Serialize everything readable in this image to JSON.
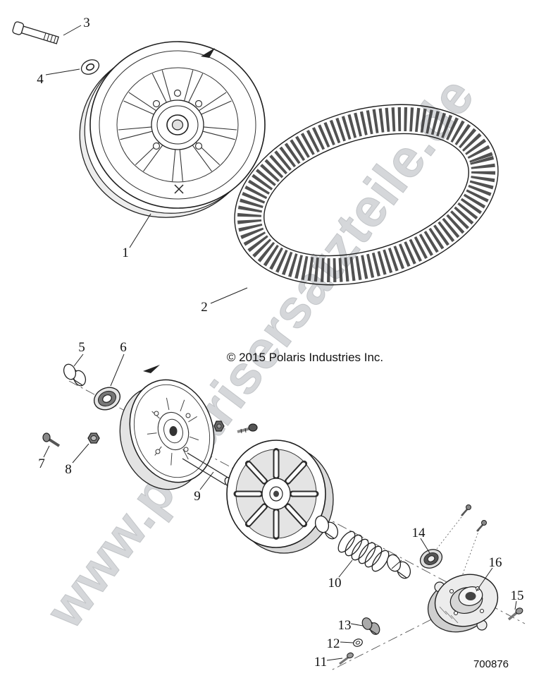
{
  "document": {
    "copyright": "© 2015 Polaris Industries Inc.",
    "figure_number": "700876",
    "watermark": "www.polarisersatzteile.de"
  },
  "callouts": [
    {
      "label": "1"
    },
    {
      "label": "2"
    },
    {
      "label": "3"
    },
    {
      "label": "4"
    },
    {
      "label": "5"
    },
    {
      "label": "6"
    },
    {
      "label": "7"
    },
    {
      "label": "8"
    },
    {
      "label": "9"
    },
    {
      "label": "10"
    },
    {
      "label": "11"
    },
    {
      "label": "12"
    },
    {
      "label": "13"
    },
    {
      "label": "14"
    },
    {
      "label": "15"
    },
    {
      "label": "16"
    }
  ]
}
